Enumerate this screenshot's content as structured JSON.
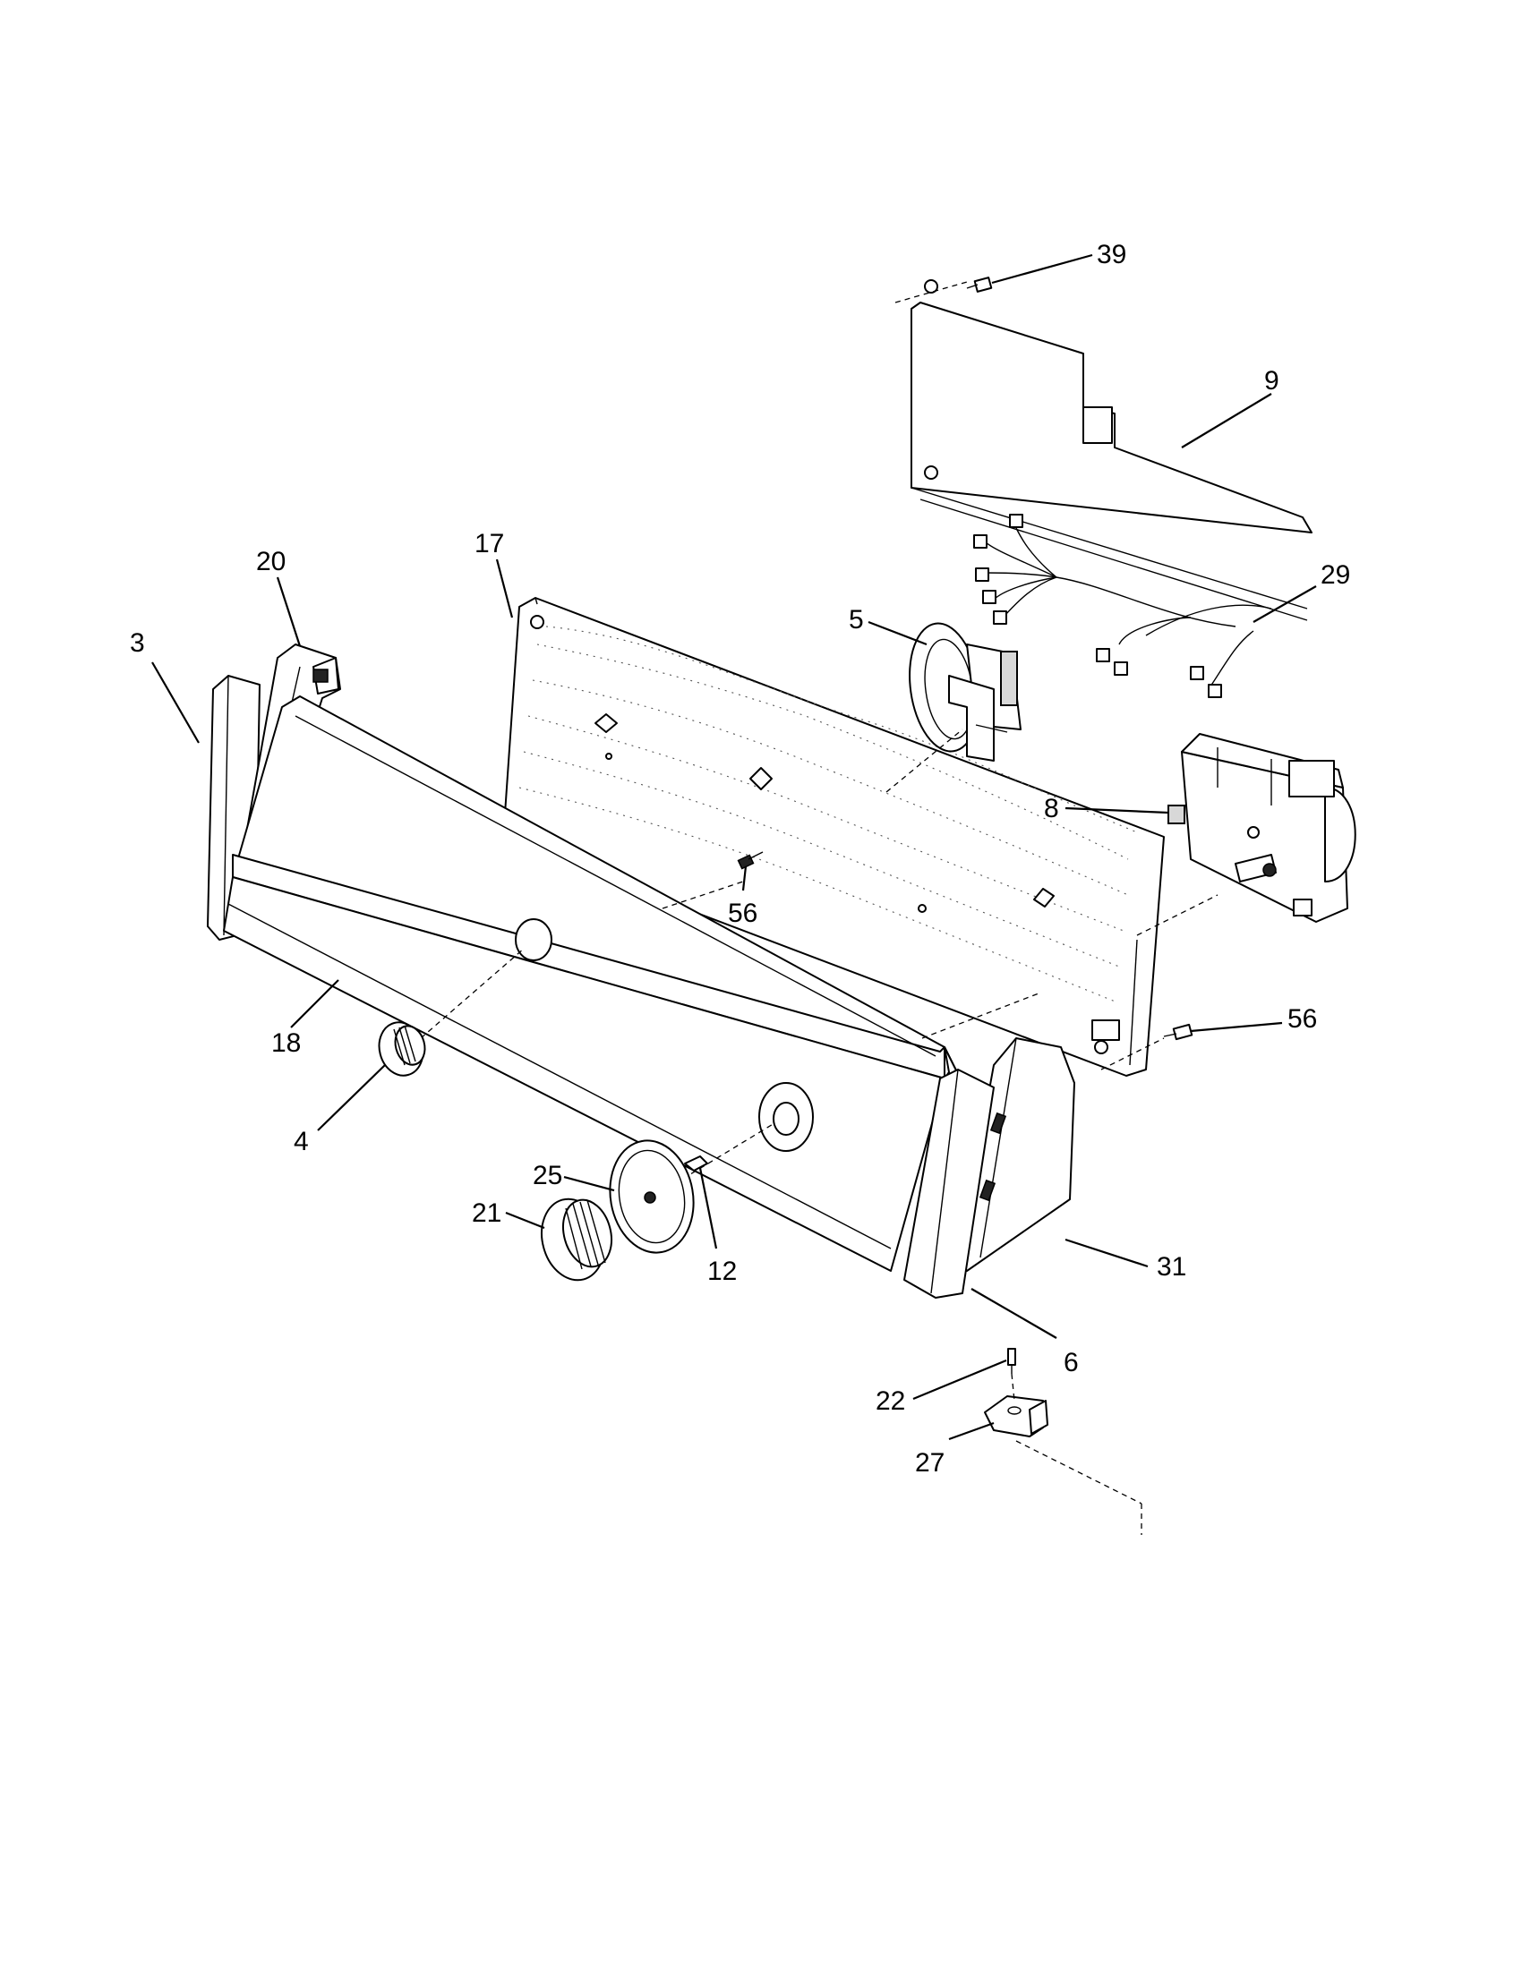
{
  "diagram": {
    "callouts": [
      {
        "id": "39",
        "label": "39"
      },
      {
        "id": "9",
        "label": "9"
      },
      {
        "id": "29",
        "label": "29"
      },
      {
        "id": "17",
        "label": "17"
      },
      {
        "id": "20",
        "label": "20"
      },
      {
        "id": "3",
        "label": "3"
      },
      {
        "id": "5",
        "label": "5"
      },
      {
        "id": "8",
        "label": "8"
      },
      {
        "id": "56a",
        "label": "56"
      },
      {
        "id": "56b",
        "label": "56"
      },
      {
        "id": "18",
        "label": "18"
      },
      {
        "id": "4",
        "label": "4"
      },
      {
        "id": "25",
        "label": "25"
      },
      {
        "id": "21",
        "label": "21"
      },
      {
        "id": "12",
        "label": "12"
      },
      {
        "id": "31",
        "label": "31"
      },
      {
        "id": "6",
        "label": "6"
      },
      {
        "id": "22",
        "label": "22"
      },
      {
        "id": "27",
        "label": "27"
      }
    ]
  }
}
